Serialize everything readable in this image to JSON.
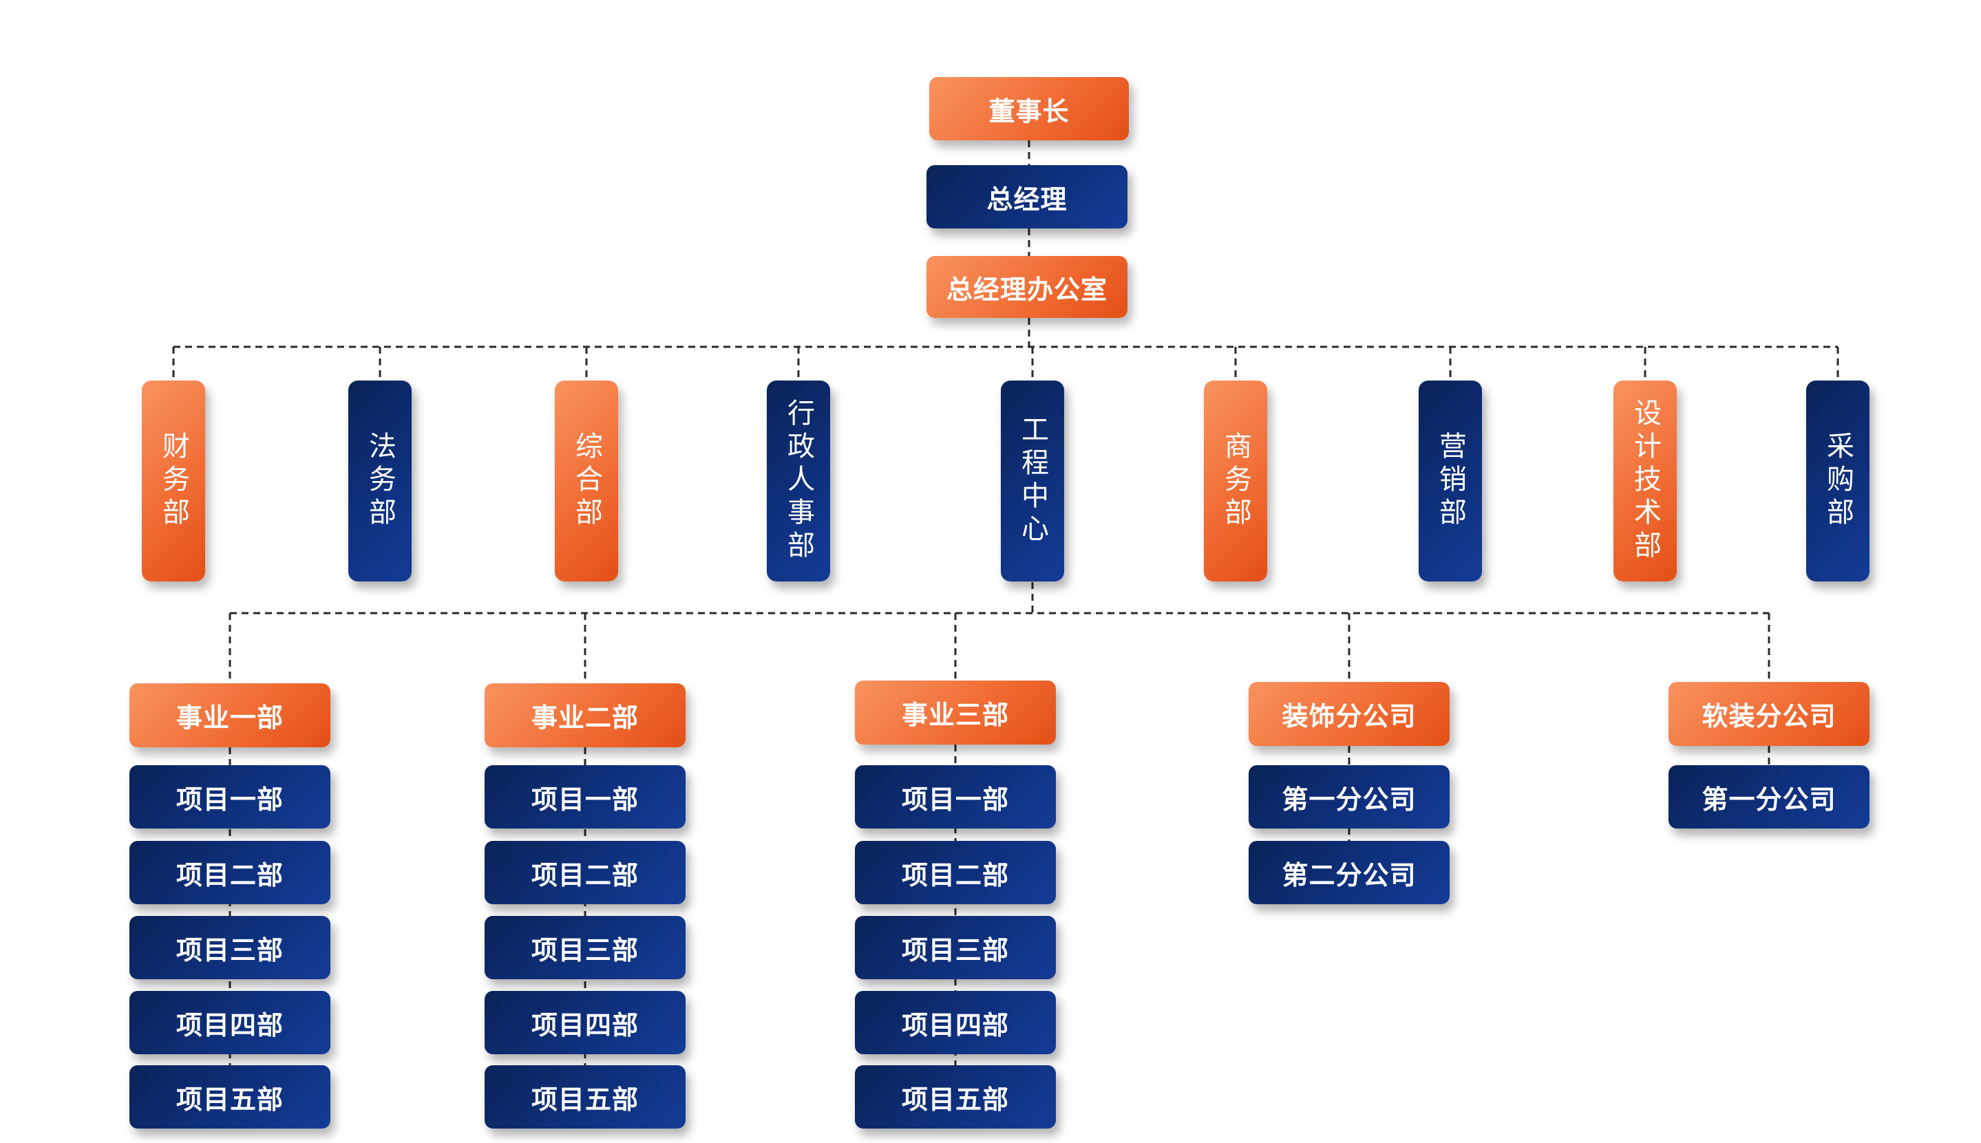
{
  "top": {
    "chairman": "董事长",
    "general_manager": "总经理",
    "gm_office": "总经理办公室"
  },
  "departments": [
    {
      "label": "财务部",
      "color": "orange"
    },
    {
      "label": "法务部",
      "color": "navy"
    },
    {
      "label": "综合部",
      "color": "orange"
    },
    {
      "label": "行政人事部",
      "color": "navy"
    },
    {
      "label": "工程中心",
      "color": "navy"
    },
    {
      "label": "商务部",
      "color": "orange"
    },
    {
      "label": "营销部",
      "color": "navy"
    },
    {
      "label": "设计技术部",
      "color": "orange"
    },
    {
      "label": "采购部",
      "color": "navy"
    }
  ],
  "divisions": [
    {
      "title": "事业一部",
      "units": [
        "项目一部",
        "项目二部",
        "项目三部",
        "项目四部",
        "项目五部"
      ]
    },
    {
      "title": "事业二部",
      "units": [
        "项目一部",
        "项目二部",
        "项目三部",
        "项目四部",
        "项目五部"
      ]
    },
    {
      "title": "事业三部",
      "units": [
        "项目一部",
        "项目二部",
        "项目三部",
        "项目四部",
        "项目五部"
      ]
    },
    {
      "title": "装饰分公司",
      "units": [
        "第一分公司",
        "第二分公司"
      ]
    },
    {
      "title": "软装分公司",
      "units": [
        "第一分公司"
      ]
    }
  ],
  "colors": {
    "orange": "#f06d35",
    "navy": "#0f3180",
    "connector": "#2a2a2a"
  }
}
